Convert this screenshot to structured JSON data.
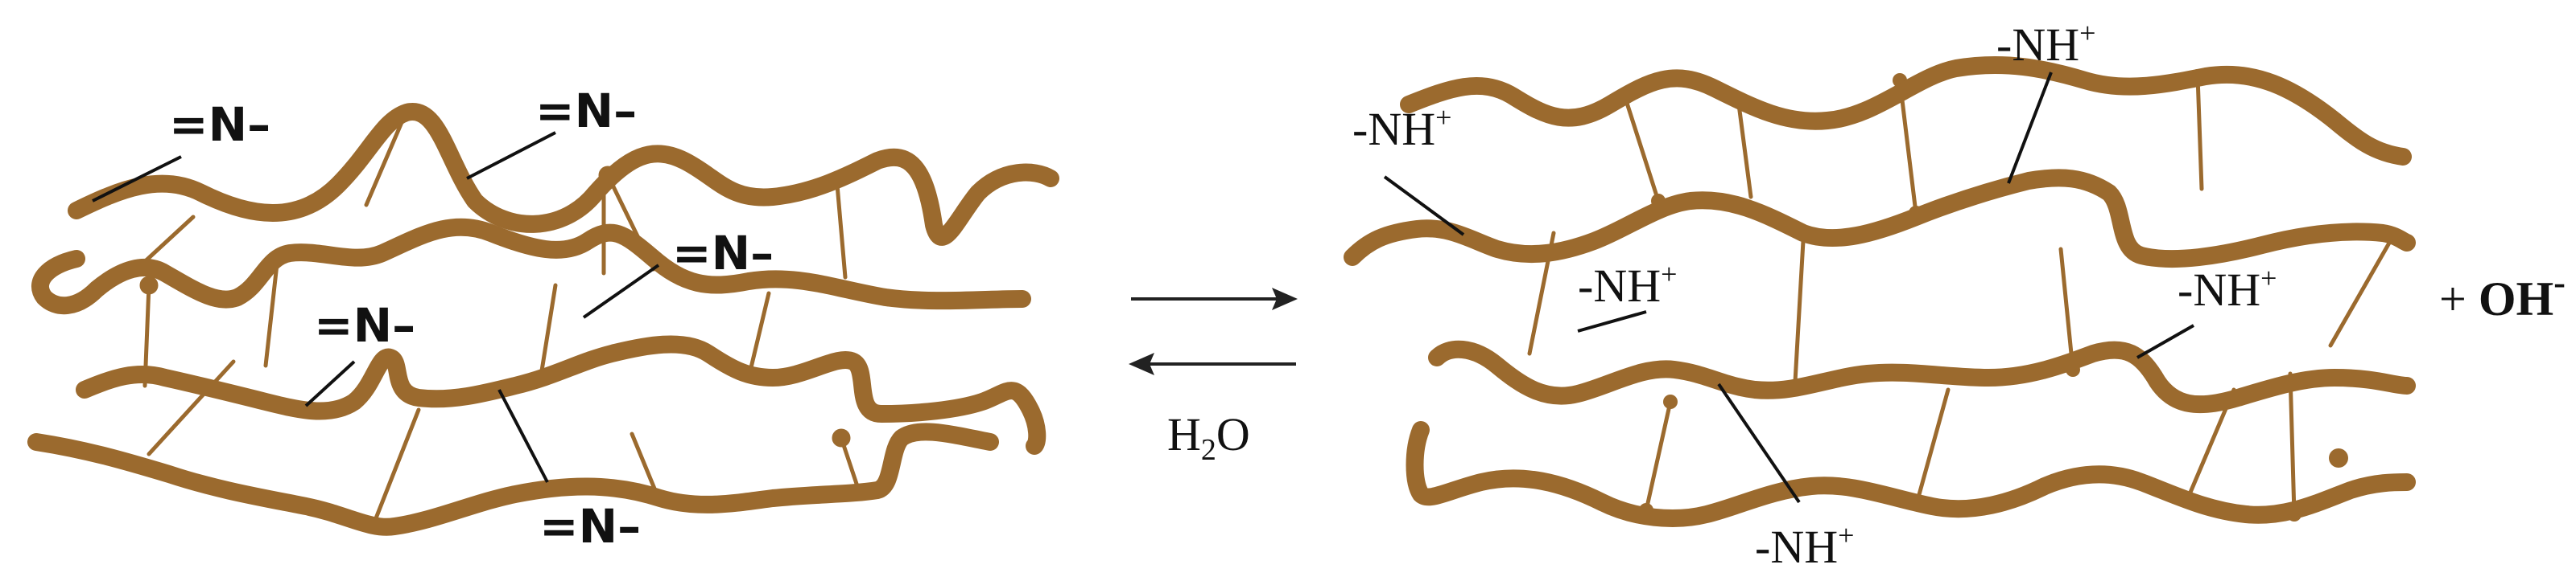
{
  "colors": {
    "polymer": "#9B6A2E",
    "crosslink": "#9B6A2E",
    "text": "#111111",
    "arrow": "#222222"
  },
  "left_network": {
    "labels": [
      "=N–",
      "=N–",
      "=N–",
      "=N–",
      "=N–"
    ]
  },
  "reaction": {
    "reverse_reagent_main": "H",
    "reverse_reagent_sub": "2",
    "reverse_reagent_tail": "O"
  },
  "right_network": {
    "labels": [
      "-NH",
      "-NH",
      "-NH",
      "-NH",
      "-NH"
    ],
    "charge": "+"
  },
  "product": {
    "prefix": "+ ",
    "ion": "OH",
    "charge": "-"
  }
}
